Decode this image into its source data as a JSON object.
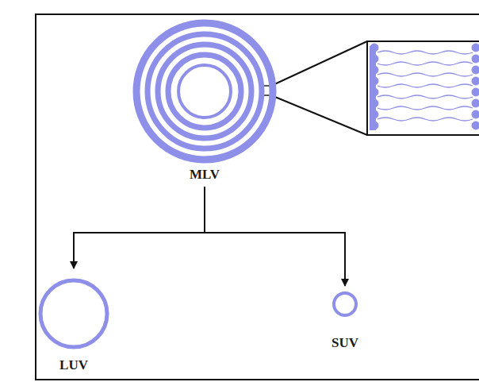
{
  "diagram": {
    "nodes": [
      {
        "text": [
          "MLV"
        ]
      },
      {
        "text": [
          "LUV"
        ]
      },
      {
        "text": [
          "SUV"
        ]
      }
    ],
    "edges": [
      {
        "from": 0,
        "to": 1,
        "arrow": "to"
      },
      {
        "from": 0,
        "to": 2,
        "arrow": "to"
      }
    ]
  }
}
